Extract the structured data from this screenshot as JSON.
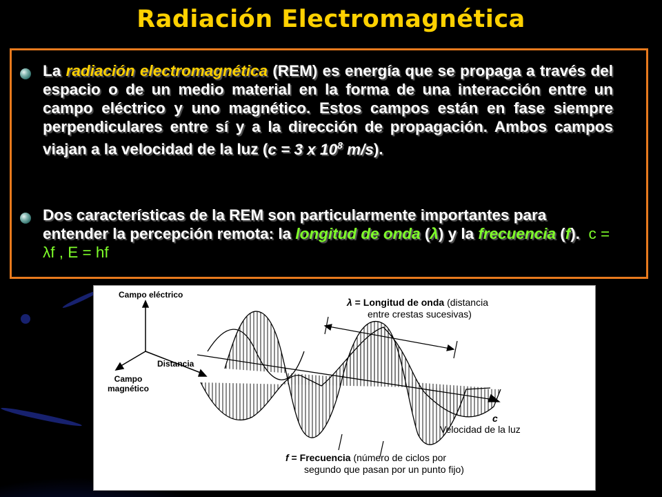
{
  "slide": {
    "title": "Radiación Electromagnética"
  },
  "bullet1": {
    "t1": "La ",
    "t2": "radiación electromagnética",
    "t3": " (REM) es energía que se propaga a través del espacio o de un medio material en la forma de una interacción entre un campo eléctrico y uno magnético. Estos campos están en fase siempre perpendiculares entre sí y a la dirección de propagación. Ambos campos viajan a la velocidad de la luz (",
    "t4": "c = 3 x 10",
    "t5": "8",
    "t6": " m/s",
    "t7": ")."
  },
  "bullet2": {
    "t1": "Dos características de la REM son particularmente importantes para entender la percepción remota: la ",
    "t2": "longitud de onda",
    "t3": " (",
    "t4": "λ",
    "t5": ") y la ",
    "t6": "frecuencia",
    "t7": " (",
    "t8": "f",
    "t9": ").",
    "formula": "c = λf ,  E = hf"
  },
  "figure": {
    "label_electric": "Campo eléctrico",
    "label_distance": "Distancia",
    "label_magnetic_1": "Campo",
    "label_magnetic_2": "magnético",
    "lambda_sym": "λ",
    "lambda_eq": " = ",
    "lambda_name": "Longitud de onda",
    "lambda_desc_1": " (distancia",
    "lambda_desc_2": "entre crestas sucesivas)",
    "c_sym": "c",
    "c_desc": "Velocidad de la luz",
    "f_sym": "f",
    "f_eq": " = ",
    "f_name": "Frecuencia",
    "f_desc_1": " (número de ciclos por",
    "f_desc_2": "segundo que pasan por un punto fijo)"
  },
  "colors": {
    "title": "#ffd100",
    "border": "#e87a1d",
    "emphasis_yellow": "#ffd100",
    "emphasis_green": "#7fff2a"
  }
}
